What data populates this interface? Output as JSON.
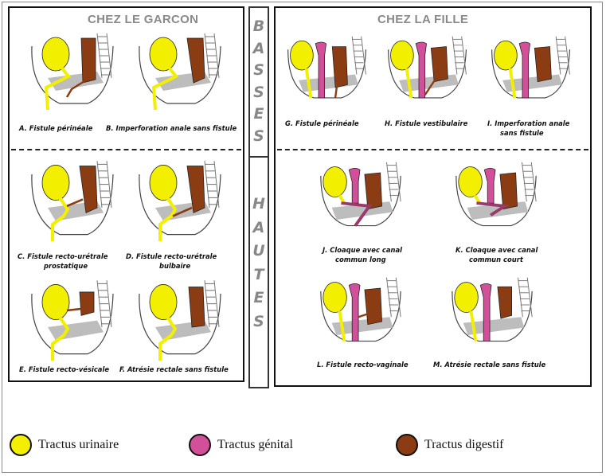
{
  "colors": {
    "urinary": "#f2ef00",
    "genital": "#d24f9a",
    "digestive": "#8b3c12",
    "bone": "#bdbdbd",
    "outline": "#444444"
  },
  "boy": {
    "title": "CHEZ LE GARCON",
    "captions": {
      "A": "A. Fistule périnéale",
      "B": "B. Imperforation anale sans fistule",
      "C1": "C. Fistule recto-urétrale",
      "C2": "prostatique",
      "D1": "D. Fistule recto-urétrale",
      "D2": "bulbaire",
      "E": "E. Fistule recto-vésicale",
      "F": "F. Atrésie rectale sans fistule"
    }
  },
  "girl": {
    "title": "CHEZ LA FILLE",
    "captions": {
      "G": "G. Fistule périnéale",
      "H": "H. Fistule vestibulaire",
      "I1": "I. Imperforation anale",
      "I2": "sans fistule",
      "J1": "J. Cloaque avec canal",
      "J2": "commun long",
      "K1": "K. Cloaque avec canal",
      "K2": "commun court",
      "L": "L. Fistule recto-vaginale",
      "M": "M. Atrésie rectale sans fistule"
    }
  },
  "side": {
    "low": [
      "B",
      "A",
      "S",
      "S",
      "E",
      "S"
    ],
    "high": [
      "H",
      "A",
      "U",
      "T",
      "E",
      "S"
    ]
  },
  "legend": {
    "urinary": "Tractus urinaire",
    "genital": "Tractus génital",
    "digestive": "Tractus digestif"
  }
}
